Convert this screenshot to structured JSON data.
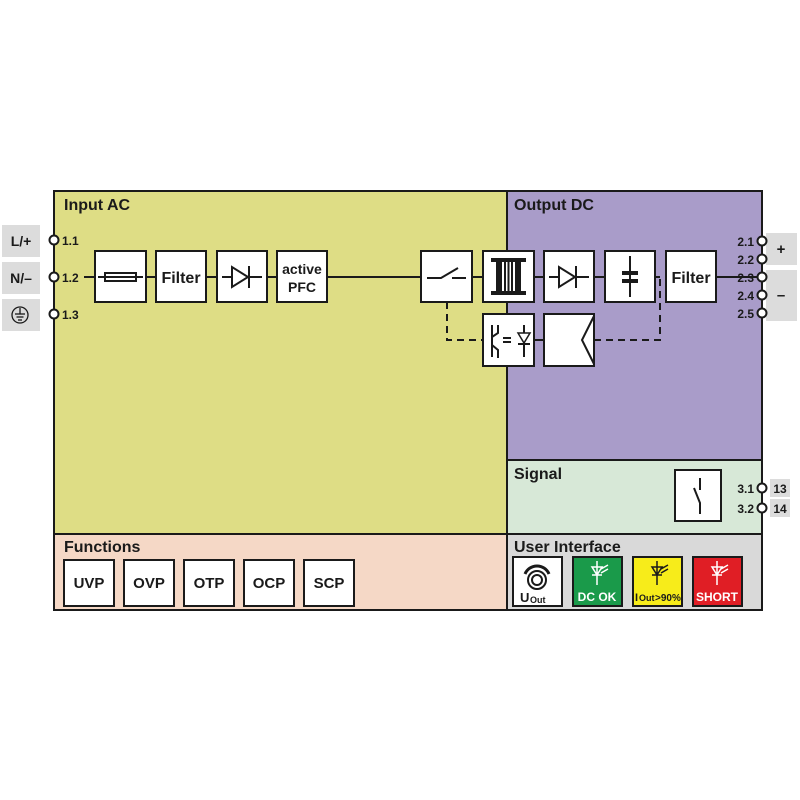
{
  "sections": {
    "input": {
      "title": "Input AC",
      "color": "#dedd85"
    },
    "output": {
      "title": "Output DC",
      "color": "#a99cc9"
    },
    "signal": {
      "title": "Signal",
      "color": "#d7e8d7"
    },
    "functions": {
      "title": "Functions",
      "color": "#f5d8c6"
    },
    "user_interface": {
      "title": "User Interface",
      "color": "#d9d9d9"
    }
  },
  "input_terminals": [
    {
      "label": "L/+",
      "pin": "1.1"
    },
    {
      "label": "N/–",
      "pin": "1.2"
    },
    {
      "label": "ground-symbol",
      "pin": "1.3"
    }
  ],
  "output_terminals": {
    "pins": [
      "2.1",
      "2.2",
      "2.3",
      "2.4",
      "2.5"
    ],
    "plus": "+",
    "minus": "–"
  },
  "signal_terminals": [
    {
      "pin": "3.1",
      "label": "13"
    },
    {
      "pin": "3.2",
      "label": "14"
    }
  ],
  "blocks": {
    "input_filter": "Filter",
    "pfc_line1": "active",
    "pfc_line2": "PFC",
    "output_filter": "Filter"
  },
  "functions": [
    "UVP",
    "OVP",
    "OTP",
    "OCP",
    "SCP"
  ],
  "user_interface": {
    "uout": {
      "main": "U",
      "sub": "Out"
    },
    "dc_ok": {
      "label": "DC OK",
      "color": "#1a9a4a"
    },
    "iout": {
      "main": "I",
      "sub": "Out",
      "suffix": ">90%",
      "color": "#f7ec1a"
    },
    "short": {
      "label": "SHORT",
      "color": "#e01e25"
    }
  }
}
